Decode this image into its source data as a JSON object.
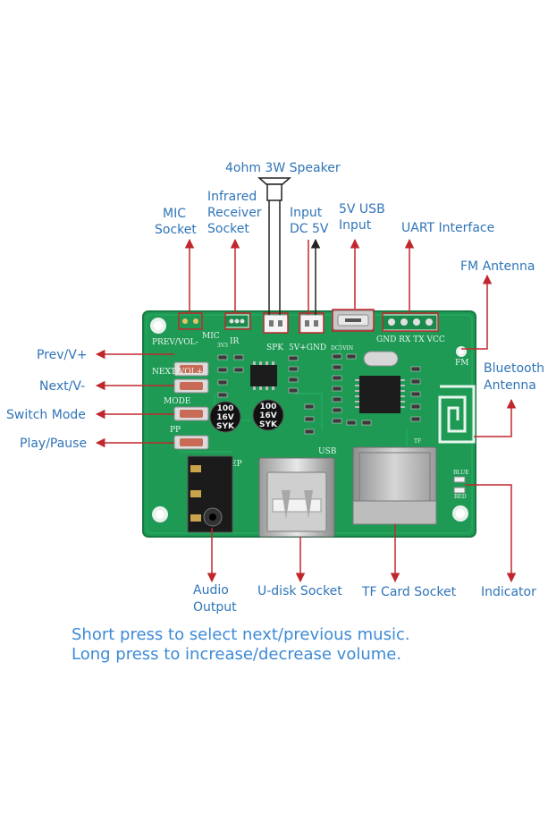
{
  "labels": {
    "speaker": "4ohm 3W Speaker",
    "mic_1": "MIC",
    "mic_2": "Socket",
    "ir_1": "Infrared",
    "ir_2": "Receiver",
    "ir_3": "Socket",
    "dc_1": "Input",
    "dc_2": "DC 5V",
    "usbin_1": "5V USB",
    "usbin_2": "Input",
    "uart": "UART Interface",
    "fm_antenna": "FM Antenna",
    "bt_1": "Bluetooth",
    "bt_2": "Antenna",
    "prev": "Prev/V+",
    "next": "Next/V-",
    "mode": "Switch Mode",
    "play": "Play/Pause",
    "audio_1": "Audio",
    "audio_2": "Output",
    "udisk": "U-disk Socket",
    "tf": "TF Card Socket",
    "indicator": "Indicator"
  },
  "silkscreen": {
    "prev_vol": "PREV/VOL-",
    "next_vol": "NEXT/VOL+",
    "mode": "MODE",
    "pp": "PP",
    "mic": "MIC",
    "v33": "3V3",
    "ir": "IR",
    "spk": "SPK",
    "power": "5V+GND",
    "dc": "DC5VIN",
    "uart_pins": "GND RX TX VCC",
    "fm": "FM",
    "usb": "USB",
    "ep": "EP",
    "tf": "TF",
    "blue": "BLUE",
    "red": "RED"
  },
  "capacitors": [
    {
      "v1": "100",
      "v2": "16V",
      "v3": "SYK"
    },
    {
      "v1": "100",
      "v2": "16V",
      "v3": "SYK"
    }
  ],
  "caption": {
    "line1": "Short press to select next/previous music.",
    "line2": "Long press to increase/decrease volume."
  },
  "colors": {
    "label": "#2f74b8",
    "arrow": "#c0272d",
    "pcb": "#1e9a55",
    "caption": "#3d8ad6"
  }
}
